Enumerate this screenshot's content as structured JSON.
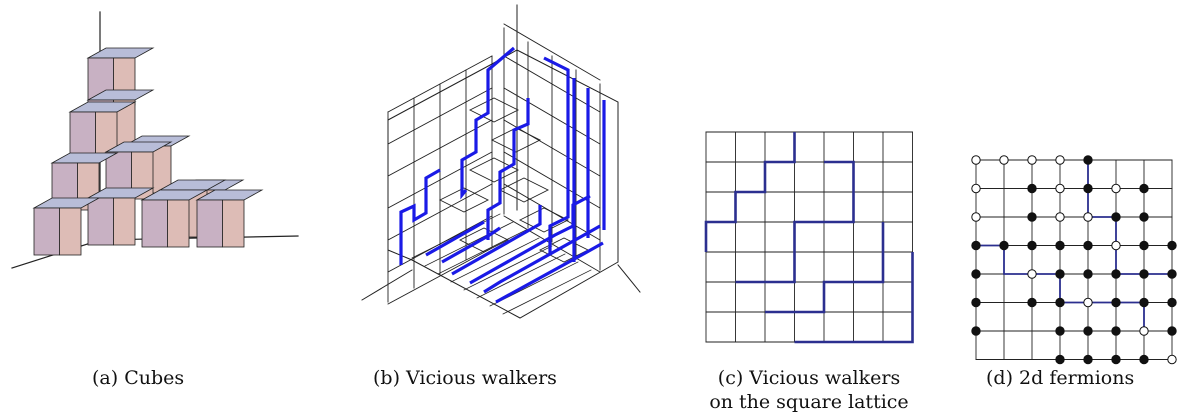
{
  "figure": {
    "panels": [
      {
        "id": "a",
        "caption": "(a)  Cubes"
      },
      {
        "id": "b",
        "caption": "(b)  Vicious walkers"
      },
      {
        "id": "c",
        "caption_line1": "(c)  Vicious   walkers",
        "caption_line2": "on the square lattice"
      },
      {
        "id": "d",
        "caption": "(d)  2d fermions"
      }
    ],
    "colors": {
      "path": "#1a1ae6",
      "path_dark": "#2b2f8f",
      "cube_top": "#b8bdd8",
      "cube_left": "#c8b1c3",
      "cube_right": "#ddbcb6",
      "filled_dot": "#111111",
      "open_dot": "#ffffff"
    }
  }
}
